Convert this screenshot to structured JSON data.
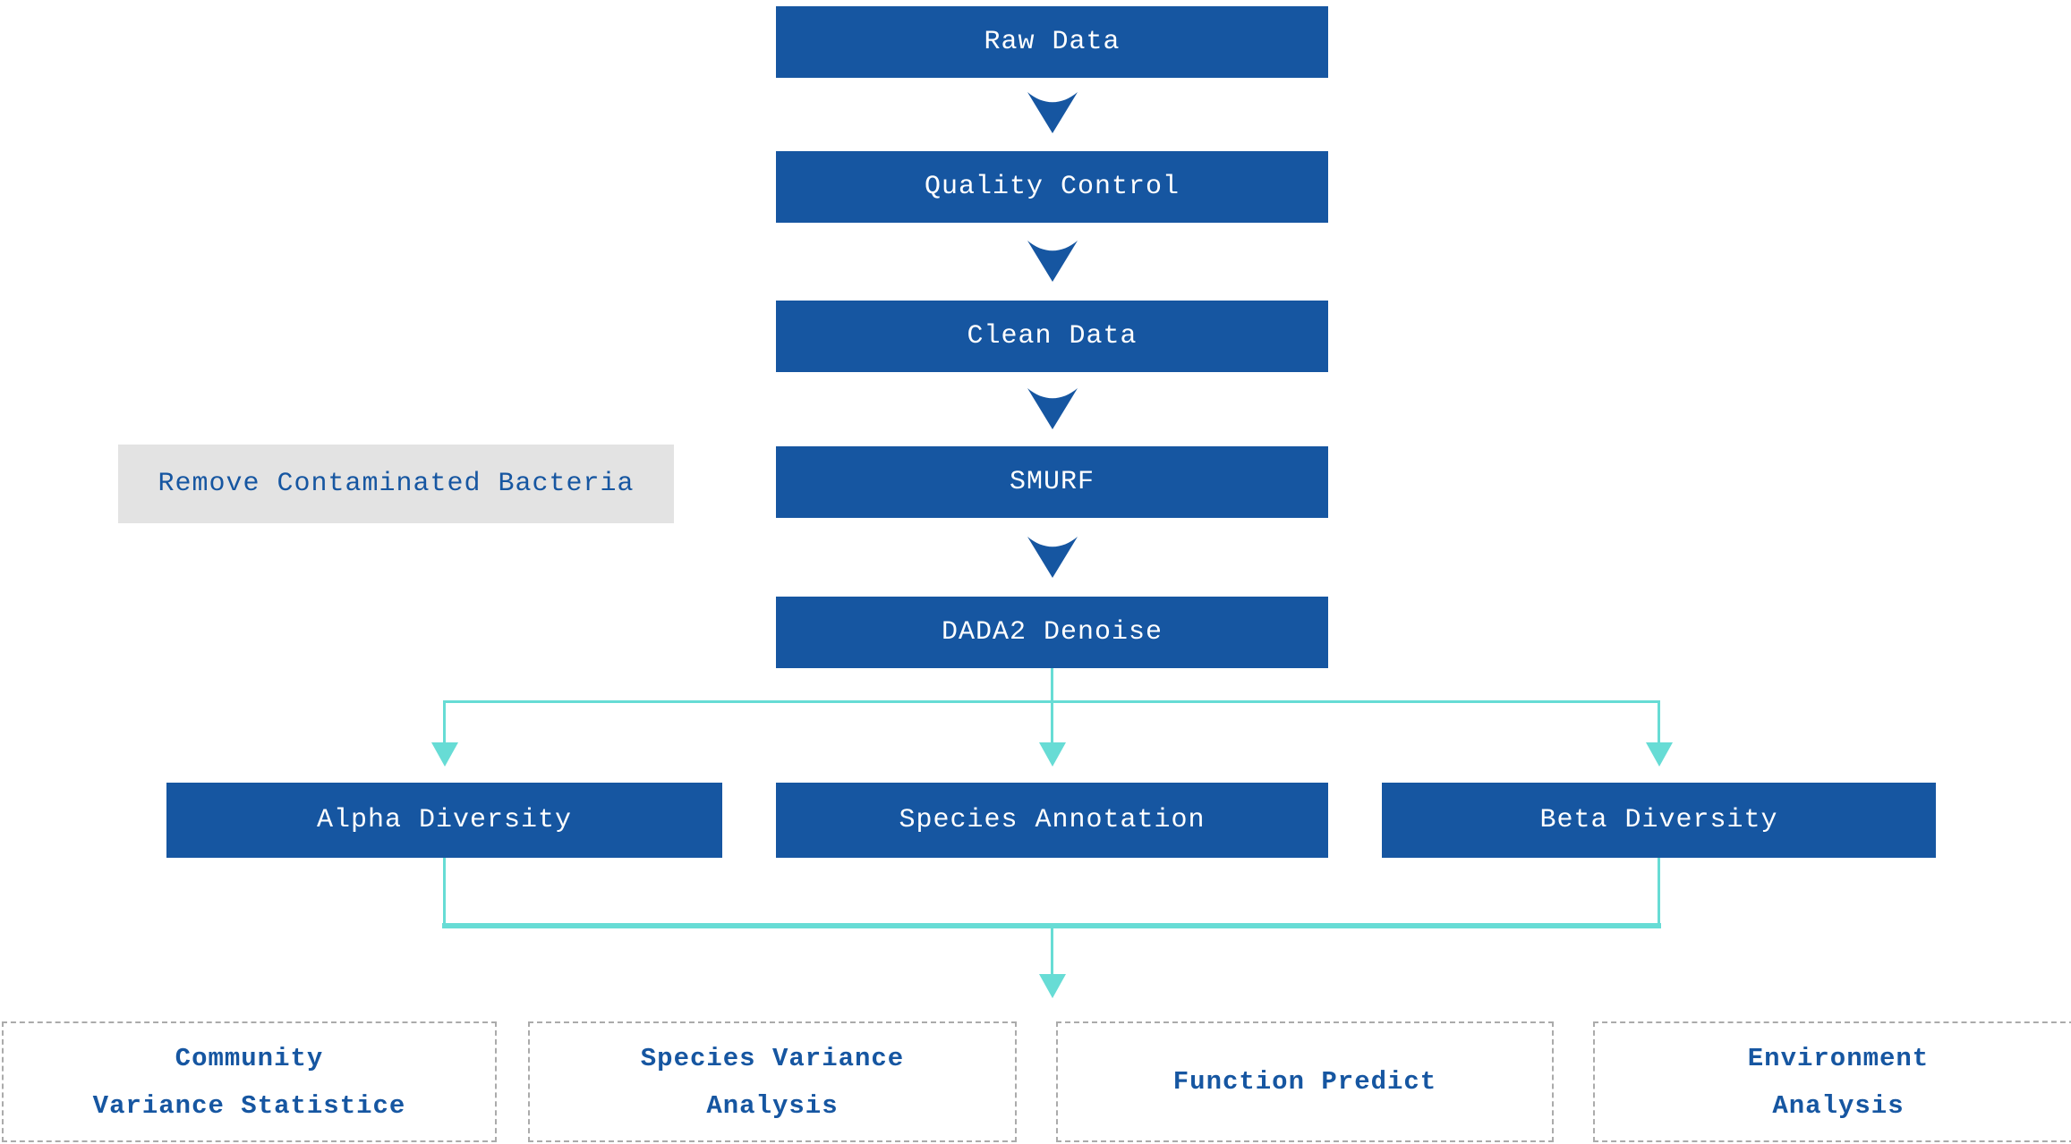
{
  "colors": {
    "box_blue": "#1656A1",
    "connector_teal": "#67DCD5",
    "note_bg": "#E3E3E3",
    "dashed_border": "#ABABAB",
    "text_white": "#FFFFFF",
    "page_bg": "#FFFFFF"
  },
  "flow": {
    "steps": [
      {
        "label": "Raw Data"
      },
      {
        "label": "Quality Control"
      },
      {
        "label": "Clean Data"
      },
      {
        "label": "SMURF"
      },
      {
        "label": "DADA2 Denoise"
      }
    ],
    "note": {
      "label": "Remove Contaminated Bacteria"
    }
  },
  "branches": [
    {
      "label": "Alpha Diversity"
    },
    {
      "label": "Species Annotation"
    },
    {
      "label": "Beta Diversity"
    }
  ],
  "outputs": [
    {
      "line1": "Community",
      "line2": "Variance Statistice"
    },
    {
      "line1": "Species Variance",
      "line2": "Analysis"
    },
    {
      "line1": "Function Predict",
      "line2": ""
    },
    {
      "line1": "Environment",
      "line2": "Analysis"
    }
  ],
  "icons": {
    "down_arrow": "chevron-down",
    "connector_arrow": "arrow-down"
  }
}
